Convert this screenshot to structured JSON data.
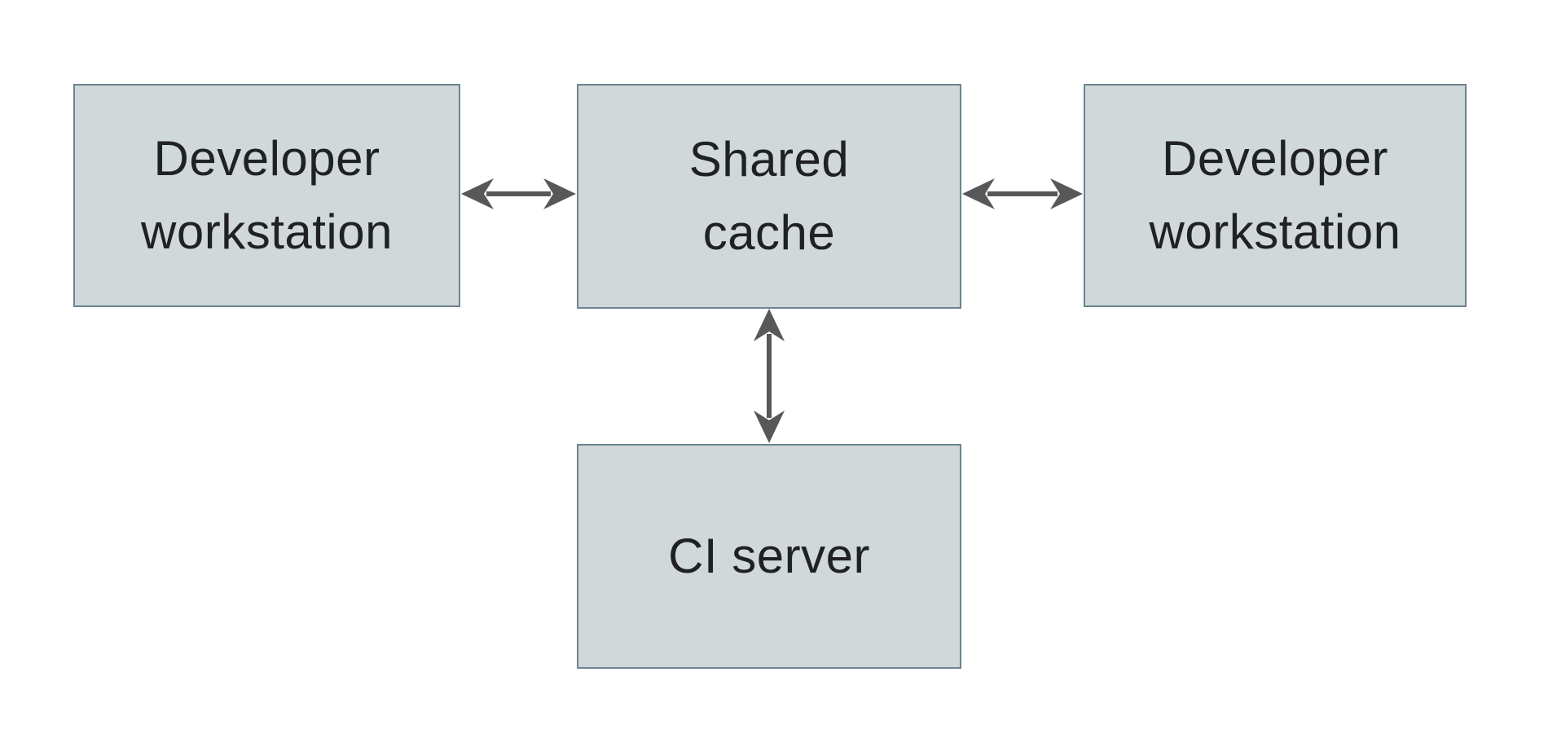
{
  "diagram_title": "",
  "colors": {
    "background": "#ffffff",
    "box_fill": "#d1d8da",
    "box_border": "#6b8490",
    "arrow": "#58585a",
    "text": "#202124"
  },
  "nodes": {
    "developer_workstation_left": {
      "label": "Developer\nworkstation"
    },
    "shared_cache": {
      "label": "Shared\ncache"
    },
    "developer_workstation_right": {
      "label": "Developer\nworkstation"
    },
    "ci_server": {
      "label": "CI server"
    }
  },
  "edges": [
    {
      "from": "developer-workstation-left",
      "to": "shared-cache",
      "direction": "bidirectional"
    },
    {
      "from": "shared-cache",
      "to": "developer-workstation-right",
      "direction": "bidirectional"
    },
    {
      "from": "shared-cache",
      "to": "ci-server",
      "direction": "bidirectional"
    }
  ]
}
